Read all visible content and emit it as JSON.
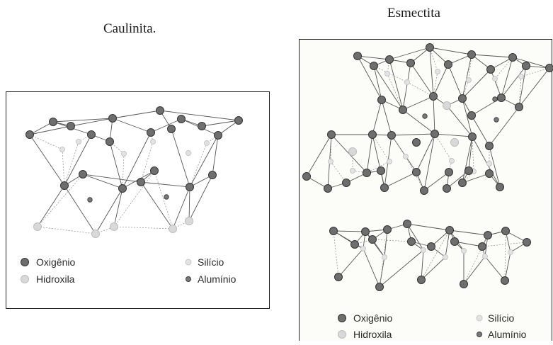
{
  "left_panel": {
    "title": "Caulinita.",
    "legend": {
      "oxygen": "Oxigênio",
      "hydroxyl": "Hidroxila",
      "silicon": "Silício",
      "aluminum": "Alumínio"
    }
  },
  "right_panel": {
    "title": "Esmectita",
    "legend": {
      "oxygen": "Oxigênio",
      "hydroxyl": "Hidroxila",
      "silicon": "Silício",
      "aluminum": "Alumínio"
    }
  },
  "colors": {
    "oxygen": "#6e6e6e",
    "hydroxyl": "#d9d9d9",
    "silicon": "#e3e3e3",
    "aluminum": "#7a7a7a",
    "bond": "#555555"
  },
  "icons": [
    "oxygen-atom-icon",
    "hydroxyl-atom-icon",
    "silicon-atom-icon",
    "aluminum-atom-icon"
  ]
}
